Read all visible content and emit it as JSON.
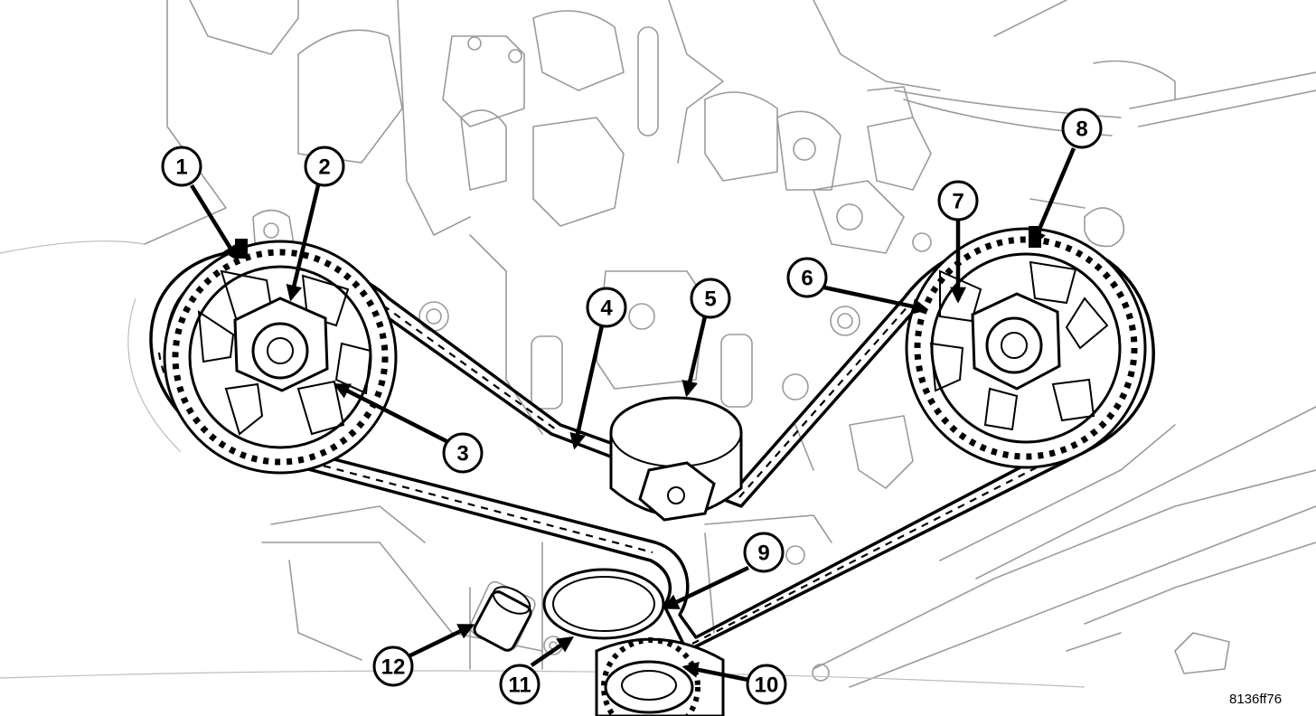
{
  "callouts": [
    {
      "id": "callout-1",
      "label": "1"
    },
    {
      "id": "callout-2",
      "label": "2"
    },
    {
      "id": "callout-3",
      "label": "3"
    },
    {
      "id": "callout-4",
      "label": "4"
    },
    {
      "id": "callout-5",
      "label": "5"
    },
    {
      "id": "callout-6",
      "label": "6"
    },
    {
      "id": "callout-7",
      "label": "7"
    },
    {
      "id": "callout-8",
      "label": "8"
    },
    {
      "id": "callout-9",
      "label": "9"
    },
    {
      "id": "callout-10",
      "label": "10"
    },
    {
      "id": "callout-11",
      "label": "11"
    },
    {
      "id": "callout-12",
      "label": "12"
    }
  ],
  "figure_id": "8136ff76"
}
